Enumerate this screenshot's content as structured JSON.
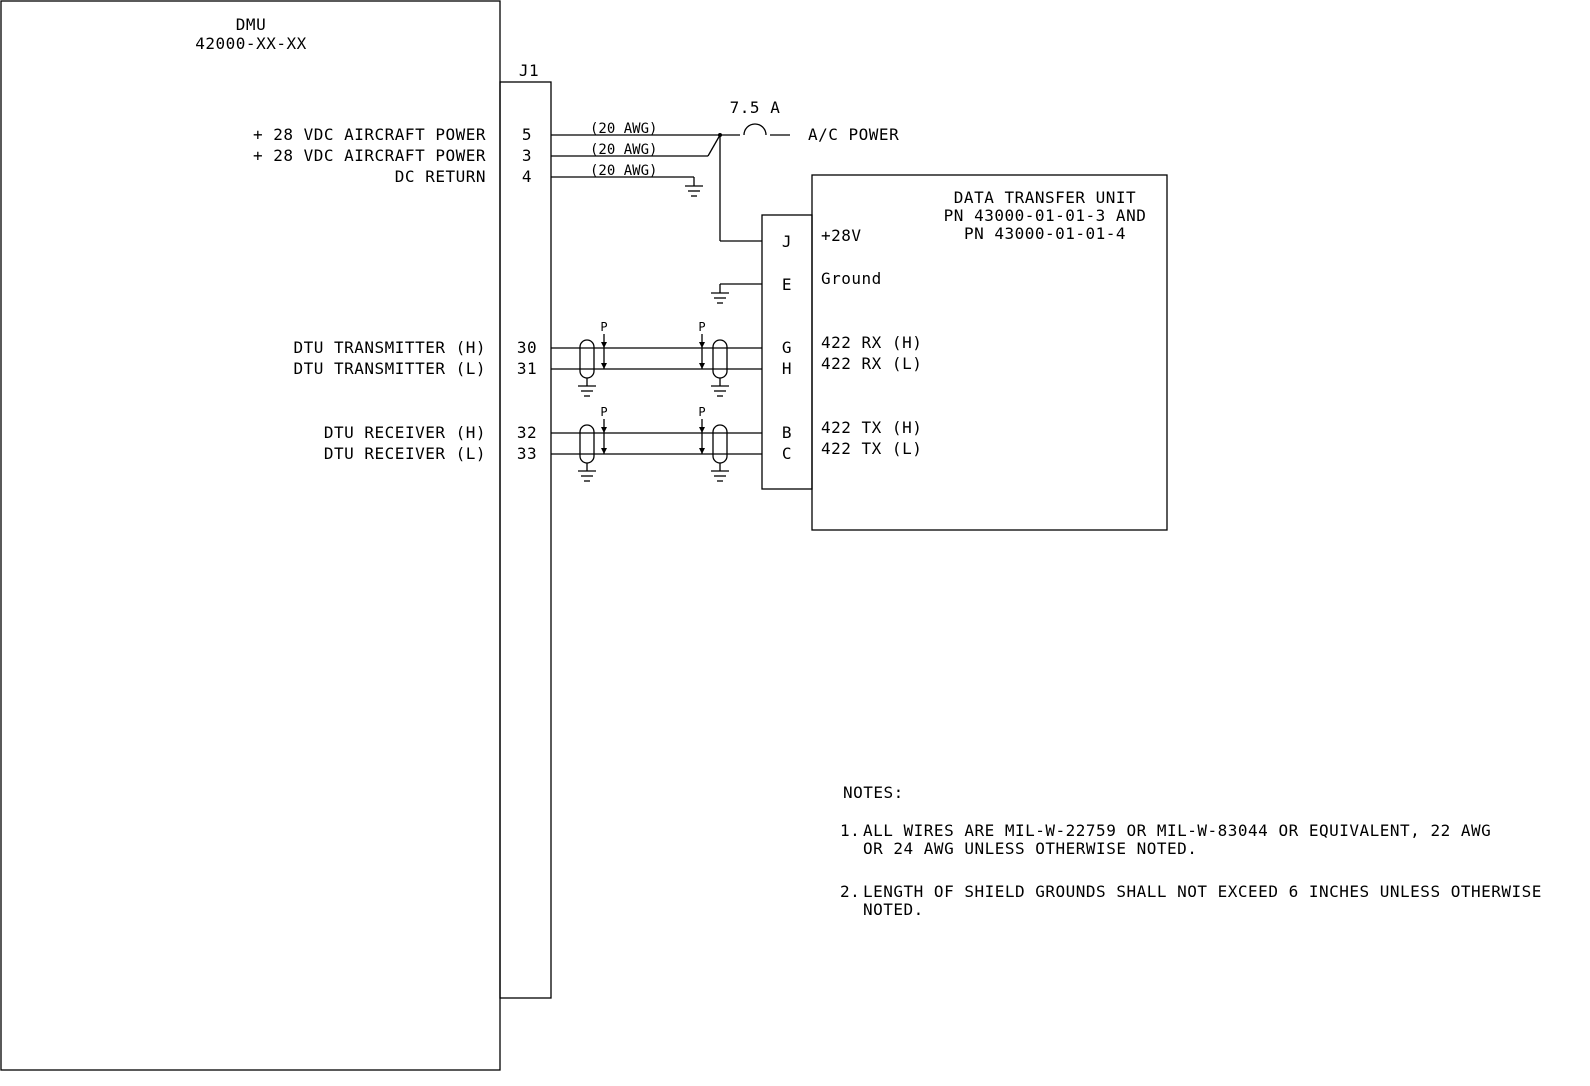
{
  "dmu": {
    "name": "DMU",
    "part_number": "42000-XX-XX"
  },
  "connector": {
    "name": "J1"
  },
  "fuse": {
    "rating": "7.5 A"
  },
  "ac_power_label": "A/C POWER",
  "dmu_pins": [
    {
      "label": "+ 28 VDC AIRCRAFT POWER",
      "pin": "5",
      "wire": "(20 AWG)"
    },
    {
      "label": "+ 28 VDC AIRCRAFT POWER",
      "pin": "3",
      "wire": "(20 AWG)"
    },
    {
      "label": "DC RETURN",
      "pin": "4",
      "wire": "(20 AWG)"
    },
    {
      "label": "DTU TRANSMITTER (H)",
      "pin": "30"
    },
    {
      "label": "DTU TRANSMITTER (L)",
      "pin": "31"
    },
    {
      "label": "DTU RECEIVER (H)",
      "pin": "32"
    },
    {
      "label": "DTU RECEIVER (L)",
      "pin": "33"
    }
  ],
  "shield_marker": "P",
  "dtu": {
    "title": "DATA TRANSFER UNIT",
    "pn_line1": "PN 43000-01-01-3 AND",
    "pn_line2": "PN 43000-01-01-4",
    "pins": [
      {
        "pin": "J",
        "signal": "+28V"
      },
      {
        "pin": "E",
        "signal": "Ground"
      },
      {
        "pin": "G",
        "signal": "422 RX (H)"
      },
      {
        "pin": "H",
        "signal": "422 RX (L)"
      },
      {
        "pin": "B",
        "signal": "422 TX (H)"
      },
      {
        "pin": "C",
        "signal": "422 TX (L)"
      }
    ]
  },
  "notes": {
    "heading": "NOTES:",
    "items": [
      {
        "num": "1.",
        "line1": "ALL WIRES ARE MIL-W-22759 OR MIL-W-83044 OR EQUIVALENT, 22 AWG",
        "line2": "OR 24 AWG UNLESS OTHERWISE NOTED."
      },
      {
        "num": "2.",
        "line1": "LENGTH OF SHIELD GROUNDS SHALL NOT EXCEED 6 INCHES UNLESS OTHERWISE",
        "line2": "NOTED."
      }
    ]
  }
}
